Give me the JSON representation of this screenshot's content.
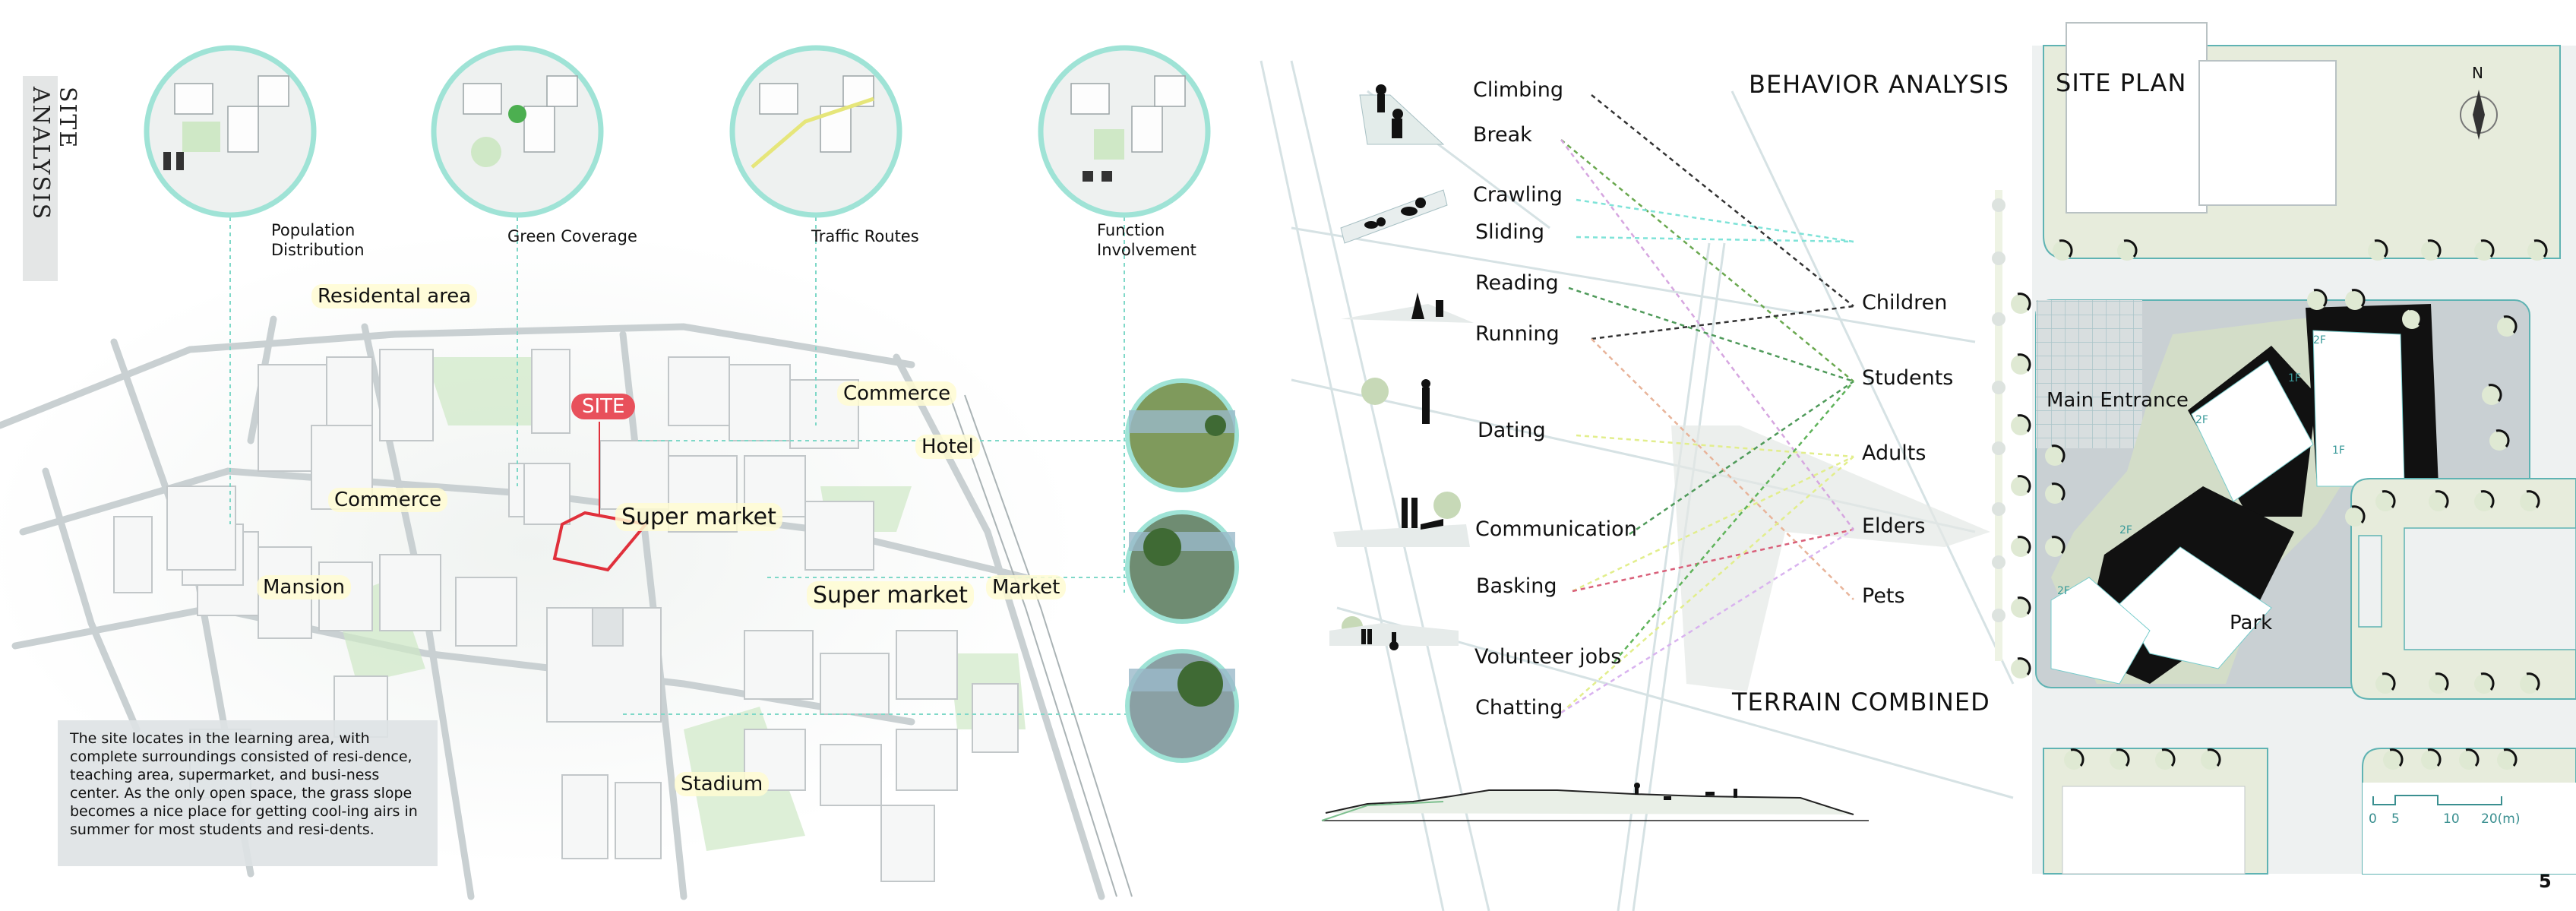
{
  "site_analysis": {
    "title": "SITE ANALYSIS",
    "analysis_circles": [
      {
        "label": "Population Distribution",
        "icon": "population-map-icon"
      },
      {
        "label": "Green Coverage",
        "icon": "green-coverage-map-icon"
      },
      {
        "label": "Traffic Routes",
        "icon": "traffic-map-icon"
      },
      {
        "label": "Function Involvement",
        "icon": "function-map-icon"
      }
    ],
    "map_labels": {
      "residental": "Residental area",
      "site": "SITE",
      "commerce_1": "Commerce",
      "hotel": "Hotel",
      "commerce_2": "Commerce",
      "supermarket_1": "Super market",
      "mansion": "Mansion",
      "supermarket_2": "Super market",
      "market": "Market",
      "stadium": "Stadium"
    },
    "description": "The site locates in the learning area, with complete surroundings consisted of resi-dence, teaching area, supermarket, and busi-ness center. As the only open space, the grass slope becomes a nice place for getting cool-ing airs in summer for most students and resi-dents."
  },
  "behavior_analysis": {
    "title": "BEHAVIOR ANALYSIS",
    "activities": [
      "Climbing",
      "Break",
      "Crawling",
      "Sliding",
      "Reading",
      "Running",
      "Dating",
      "Communication",
      "Basking",
      "Volunteer jobs",
      "Chatting"
    ],
    "groups": [
      "Children",
      "Students",
      "Adults",
      "Elders",
      "Pets"
    ],
    "links": [
      {
        "from": "Climbing",
        "to": "Children",
        "color": "#333333"
      },
      {
        "from": "Break",
        "to": "Students",
        "color": "#6aa84f"
      },
      {
        "from": "Break",
        "to": "Elders",
        "color": "#d6a6e0"
      },
      {
        "from": "Crawling",
        "to": "Children",
        "color": "#7fe3d8"
      },
      {
        "from": "Sliding",
        "to": "Children",
        "color": "#7fe3d8"
      },
      {
        "from": "Reading",
        "to": "Students",
        "color": "#4f9a5a"
      },
      {
        "from": "Running",
        "to": "Children",
        "color": "#333333"
      },
      {
        "from": "Running",
        "to": "Pets",
        "color": "#e8b49a"
      },
      {
        "from": "Dating",
        "to": "Adults",
        "color": "#e2ee8c"
      },
      {
        "from": "Communication",
        "to": "Students",
        "color": "#4f9a5a"
      },
      {
        "from": "Basking",
        "to": "Adults",
        "color": "#e2ee8c"
      },
      {
        "from": "Basking",
        "to": "Elders",
        "color": "#d9607a"
      },
      {
        "from": "Volunteer jobs",
        "to": "Students",
        "color": "#5fb35a"
      },
      {
        "from": "Chatting",
        "to": "Adults",
        "color": "#e2ee8c"
      },
      {
        "from": "Chatting",
        "to": "Elders",
        "color": "#d9b3ef"
      }
    ]
  },
  "terrain": {
    "title": "TERRAIN COMBINED"
  },
  "site_plan": {
    "title": "SITE PLAN",
    "north": "N",
    "main_entrance": "Main Entrance",
    "park": "Park",
    "floor_labels": [
      "2F",
      "2F",
      "2F",
      "2F",
      "1F",
      "1F"
    ],
    "scale_ticks": [
      "0",
      "5",
      "10",
      "20(m)"
    ]
  },
  "page_number": "5",
  "colors": {
    "accent_teal": "#9fe3d6",
    "site_red": "#e8505b",
    "tag_yellow": "#fffcd2",
    "plan_green": "#d9e2cc"
  }
}
